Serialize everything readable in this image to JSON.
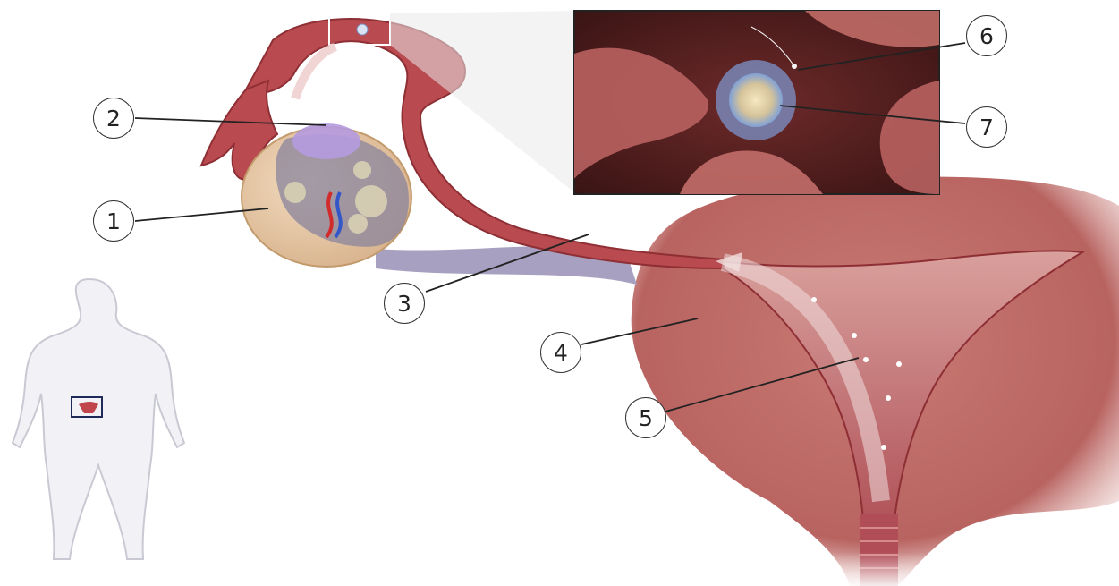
{
  "diagram": {
    "callouts": [
      {
        "label": "1"
      },
      {
        "label": "2"
      },
      {
        "label": "3"
      },
      {
        "label": "4"
      },
      {
        "label": "5"
      },
      {
        "label": "6"
      },
      {
        "label": "7"
      }
    ]
  },
  "colors": {
    "tissue": "#b94a4f",
    "tissue_dark": "#8e2f35",
    "uterine_wall": "#c0696a",
    "ligament": "#a8a0c0",
    "ovary": "#e8c89a",
    "body_outline": "#d9d9e3",
    "highlight_box": "#1f2a5a"
  }
}
